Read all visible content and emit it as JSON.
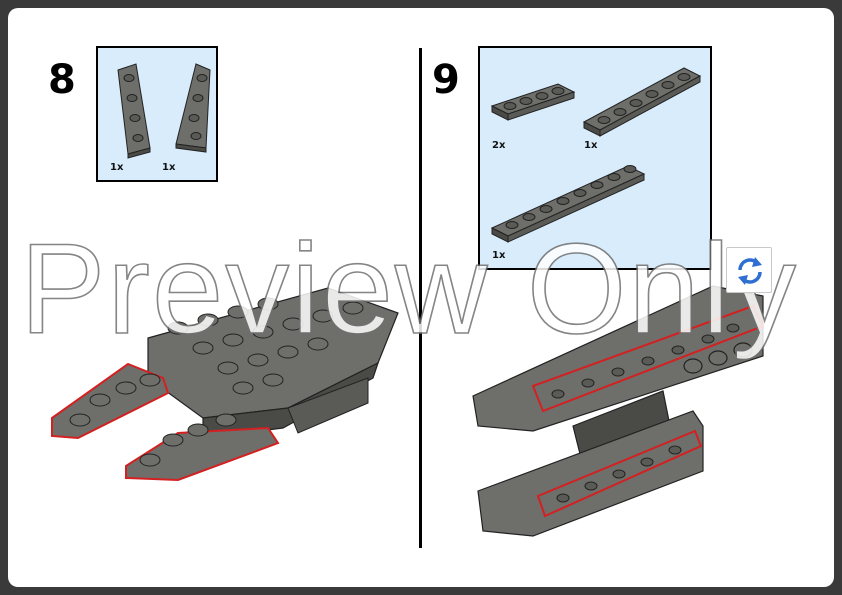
{
  "steps": [
    {
      "number": "8",
      "parts": [
        {
          "quantity": "1x",
          "icon": "wedge-plate-left-icon"
        },
        {
          "quantity": "1x",
          "icon": "wedge-plate-right-icon"
        }
      ]
    },
    {
      "number": "9",
      "parts": [
        {
          "quantity": "2x",
          "icon": "plate-1x4-icon"
        },
        {
          "quantity": "1x",
          "icon": "plate-1x6-icon"
        },
        {
          "quantity": "1x",
          "icon": "plate-1x8-icon"
        }
      ]
    }
  ],
  "watermark": "Preview Only",
  "rotate_icon": "rotate-icon",
  "colors": {
    "brick": "#6e6e6a",
    "brick_dark": "#4a4a47",
    "highlight": "#d42020",
    "callout_bg": "#d8ecfb",
    "rotate_blue": "#2f6fd1"
  }
}
